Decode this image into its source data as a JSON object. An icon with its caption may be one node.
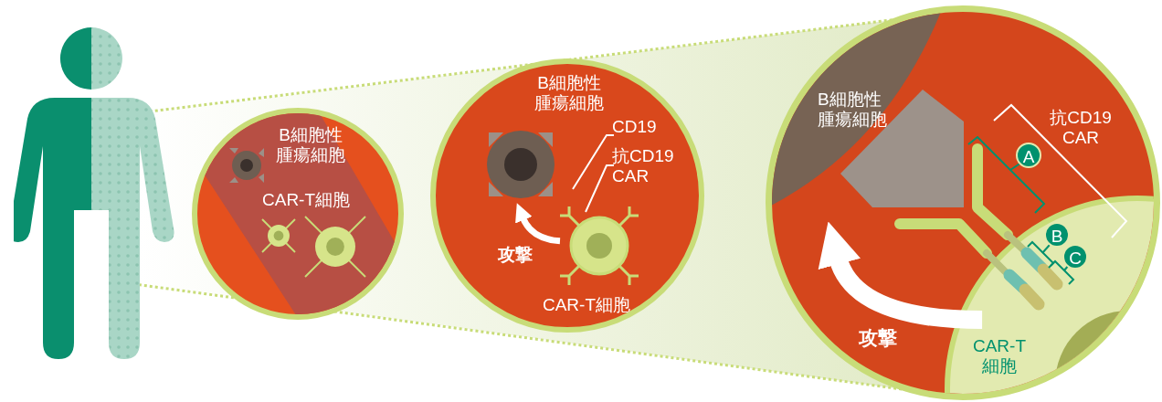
{
  "diagram": {
    "nodes": [
      {
        "text": [],
        "shape": "person"
      },
      {
        "text": [],
        "shape": "circle"
      },
      {
        "text": [],
        "shape": "circle"
      },
      {
        "text": [],
        "shape": "circle",
        "in": 2,
        "beside": [
          "B細胞性腫瘍細胞"
        ]
      },
      {
        "text": [
          "CD19"
        ],
        "in": 2
      },
      {
        "text": [
          "抗CD19 CAR"
        ],
        "in": 2
      },
      {
        "text": [],
        "shape": "circle",
        "in": 2,
        "beside": [
          "CAR-T細胞"
        ]
      },
      {
        "text": [],
        "shape": "circle"
      },
      {
        "text": [
          "B細胞性腫瘍細胞"
        ],
        "in": 7
      },
      {
        "text": [
          "CAR-T細胞"
        ]
      }
    ],
    "edges": [
      {
        "from": 6,
        "to": 3,
        "arrow": "to",
        "label": "攻撃",
        "style": "thick"
      },
      {
        "from": 4,
        "to": null,
        "arrow": "none"
      },
      {
        "from": 5,
        "to": 6,
        "arrow": "none"
      },
      {
        "from": 9,
        "to": 8,
        "arrow": "to",
        "label": "攻撃",
        "style": "thick"
      }
    ],
    "labels": [
      "B細胞性腫瘍細胞",
      "CAR-T細胞",
      "抗CD19 CAR",
      "A",
      "B",
      "C"
    ]
  }
}
